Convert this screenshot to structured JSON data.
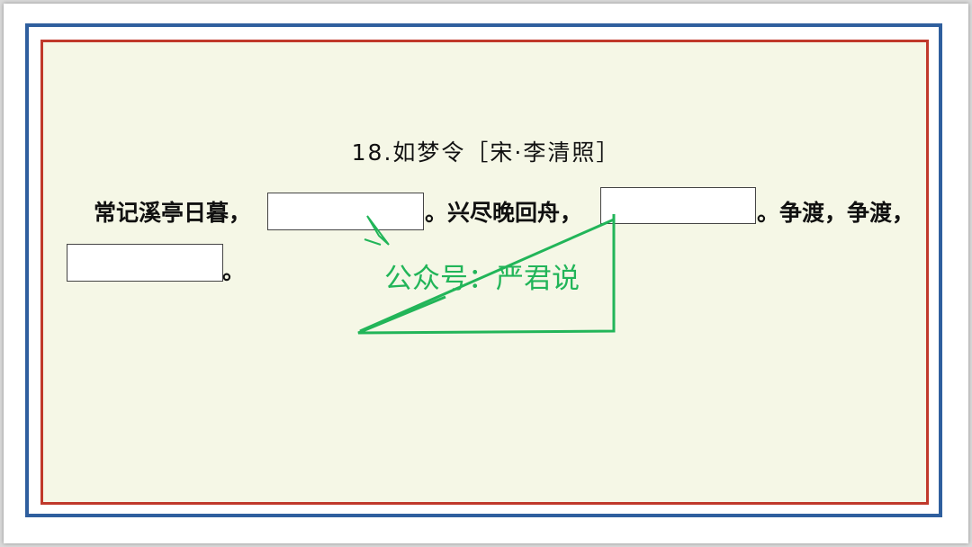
{
  "poem": {
    "title": "18.如梦令［宋·李清照］",
    "line1_part1": "常记溪亭日暮，",
    "line1_part2": "。兴尽晚回舟，",
    "line1_part3": "。争渡，争渡，",
    "line2_end": "。"
  },
  "watermark": {
    "text": "公众号：严君说",
    "color": "#22b559"
  },
  "colors": {
    "outer_border": "#2f5f9e",
    "inner_border": "#c0392b",
    "paper": "#f5f7e6"
  }
}
